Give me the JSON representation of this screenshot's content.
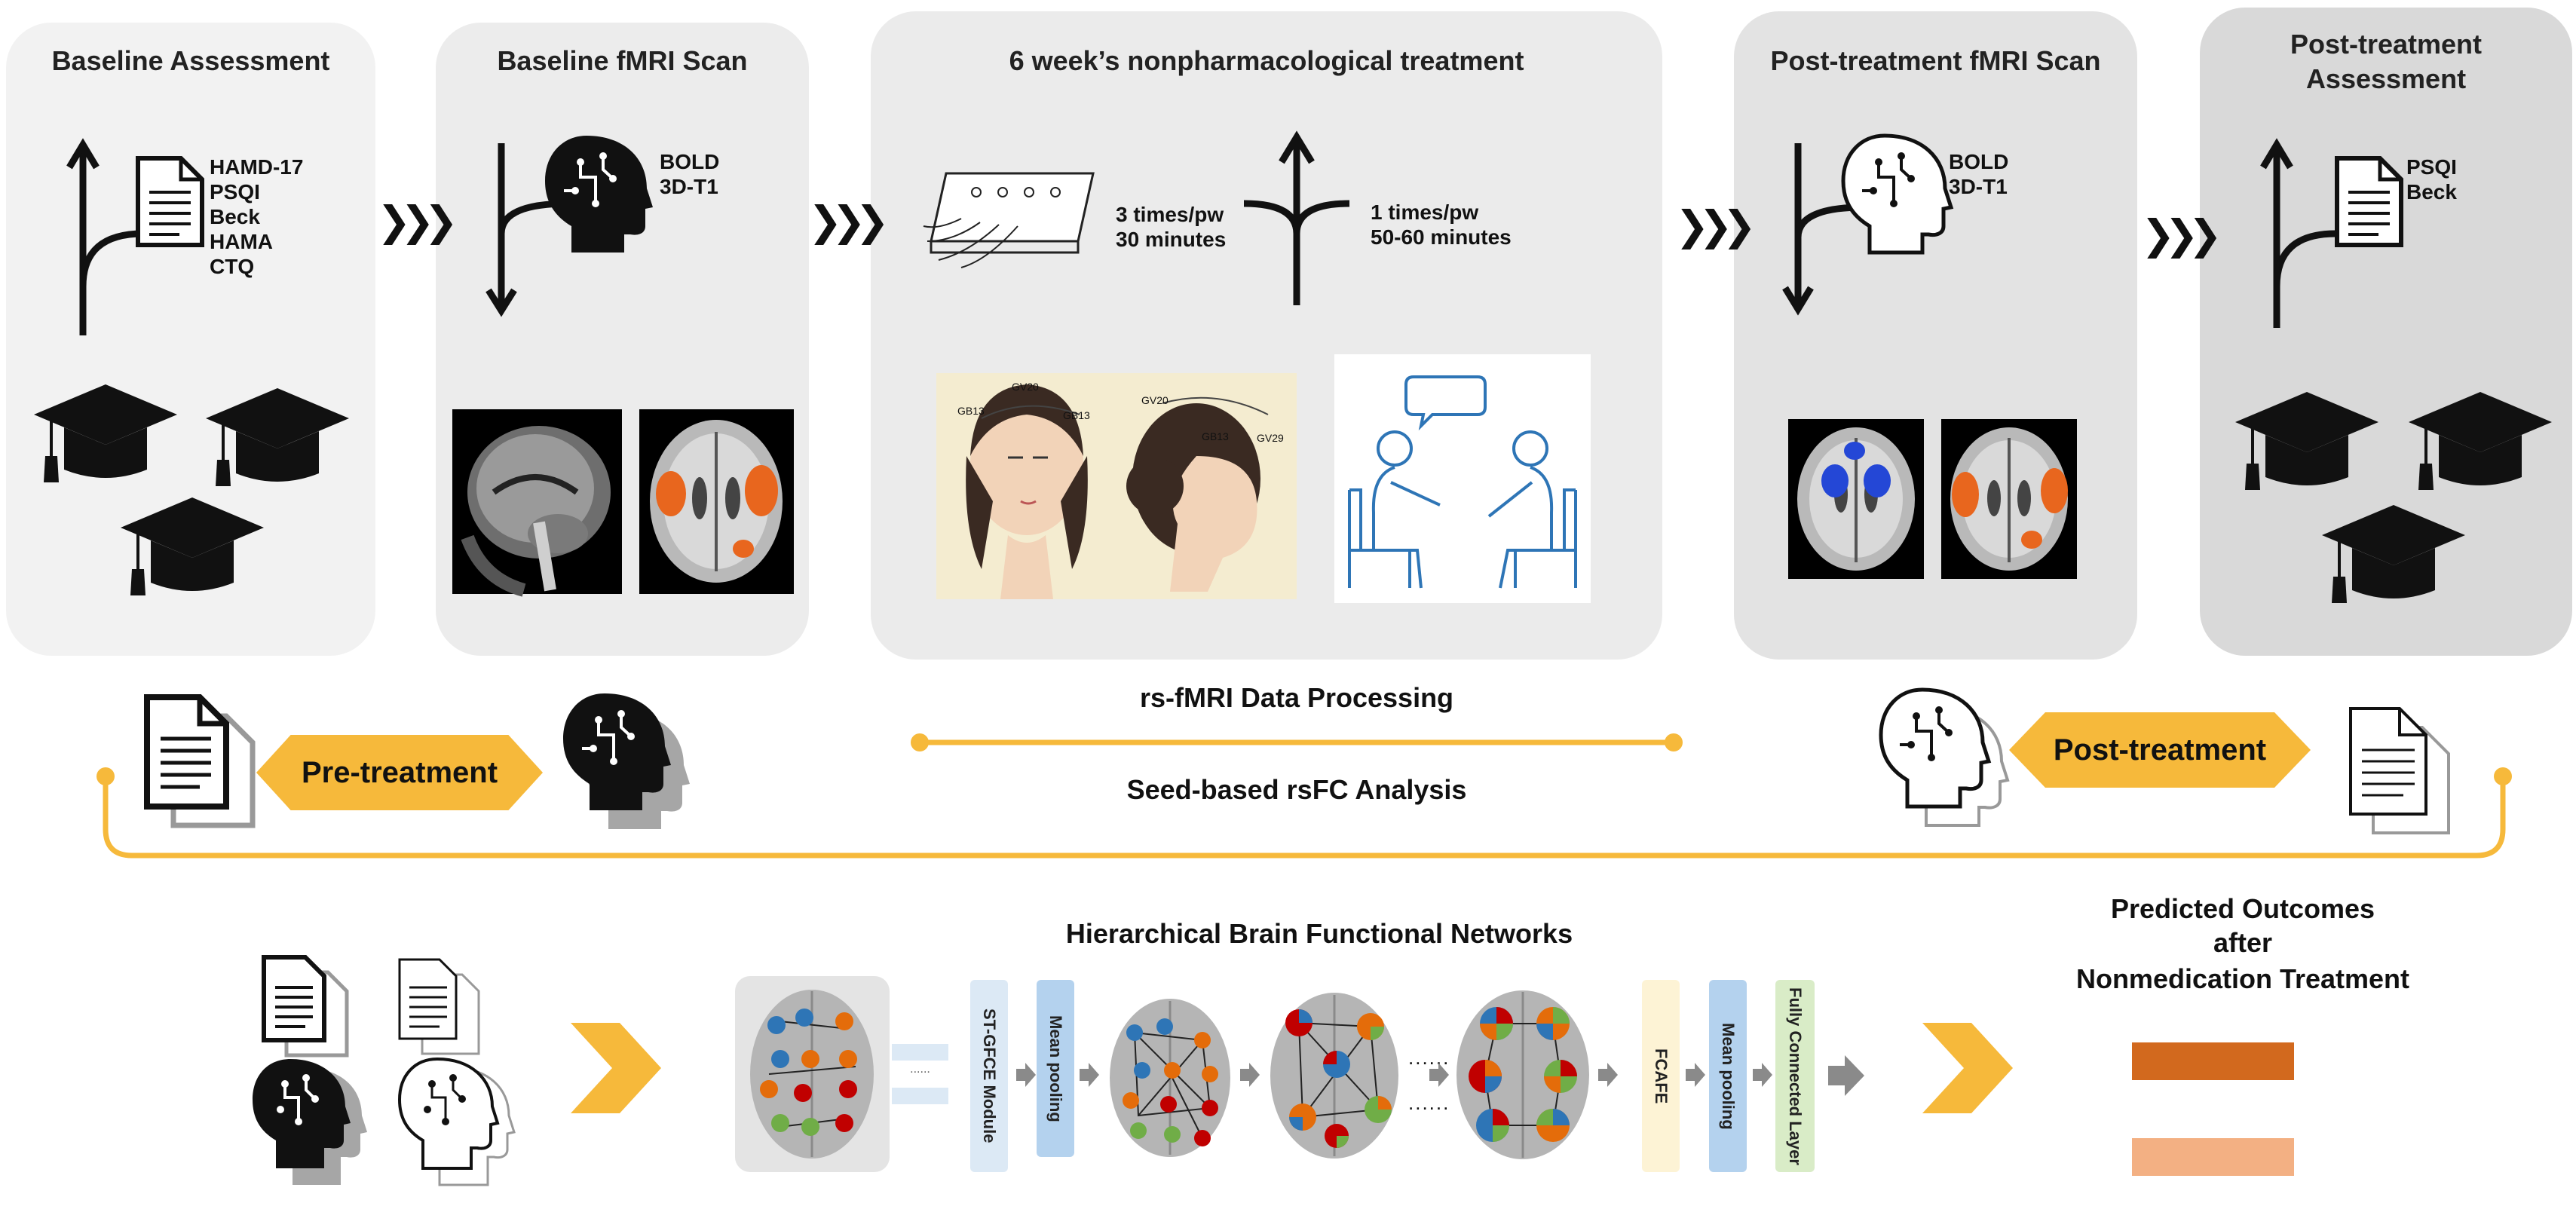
{
  "stages": {
    "baseline_assessment": {
      "title": "Baseline Assessment",
      "measures": [
        "HAMD-17",
        "PSQI",
        "Beck",
        "HAMA",
        "CTQ"
      ]
    },
    "baseline_fmri": {
      "title": "Baseline fMRI Scan",
      "scans": [
        "BOLD",
        "3D-T1"
      ]
    },
    "treatment": {
      "title": "6 week’s nonpharmacological treatment",
      "left_freq": "3 times/pw",
      "left_dur": "30 minutes",
      "right_freq": "1 times/pw",
      "right_dur": "50-60 minutes",
      "acupoints": [
        "GV20",
        "GB13",
        "GB13",
        "GV20",
        "GB13",
        "GV29"
      ]
    },
    "post_fmri": {
      "title": "Post-treatment fMRI Scan",
      "scans": [
        "BOLD",
        "3D-T1"
      ]
    },
    "post_assessment": {
      "title_line1": "Post-treatment",
      "title_line2": "Assessment",
      "measures": [
        "PSQI",
        "Beck"
      ]
    }
  },
  "processing": {
    "pre_label": "Pre-treatment",
    "post_label": "Post-treatment",
    "line_top": "rs-fMRI Data Processing",
    "line_bottom": "Seed-based rsFC Analysis"
  },
  "network": {
    "title": "Hierarchical Brain Functional Networks",
    "modules": [
      "ST-GFCE Module",
      "Mean pooling",
      "FCAFE",
      "Mean pooling",
      "Fully Connected Layer"
    ],
    "ellipsis": "......"
  },
  "outcomes": {
    "line1": "Predicted Outcomes",
    "line2": "after",
    "line3": "Nonmedication Treatment"
  },
  "colors": {
    "orange": "#f6b93b",
    "panel_light": "#f2f2f2",
    "panel_mid": "#e6e6e6",
    "panel_dark": "#d9d9d9",
    "bar_dark": "#d2691e",
    "bar_light": "#f3b083"
  }
}
